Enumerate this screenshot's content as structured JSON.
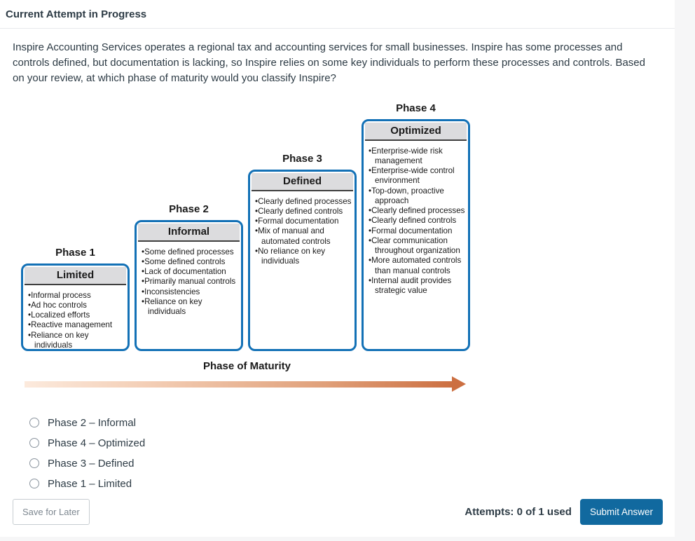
{
  "page": {
    "title": "Current Attempt in Progress"
  },
  "question": {
    "text": "Inspire Accounting Services operates a regional tax and accounting services for small businesses. Inspire has some processes and controls defined, but documentation is lacking, so Inspire relies on some key individuals to perform these processes and controls. Based on your review, at which phase of maturity would you classify Inspire?"
  },
  "diagram": {
    "axis_label": "Phase of Maturity",
    "phases": [
      {
        "title": "Phase 1",
        "header": "Limited",
        "bullets": [
          "Informal process",
          "Ad hoc controls",
          "Localized efforts",
          "Reactive management",
          "Reliance on key individuals"
        ]
      },
      {
        "title": "Phase 2",
        "header": "Informal",
        "bullets": [
          "Some defined processes",
          "Some defined controls",
          "Lack of documentation",
          "Primarily manual controls",
          "Inconsistencies",
          "Reliance on key individuals"
        ]
      },
      {
        "title": "Phase 3",
        "header": "Defined",
        "bullets": [
          "Clearly defined processes",
          "Clearly defined controls",
          "Formal documentation",
          "Mix of manual and automated controls",
          "No reliance on key individuals"
        ]
      },
      {
        "title": "Phase 4",
        "header": "Optimized",
        "bullets": [
          "Enterprise-wide risk management",
          "Enterprise-wide control environment",
          "Top-down, proactive approach",
          "Clearly defined processes",
          "Clearly defined controls",
          "Formal documentation",
          "Clear communication throughout organization",
          "More automated controls than manual controls",
          "Internal audit provides strategic value"
        ]
      }
    ],
    "colors": {
      "box_border": "#1371b6",
      "box_header_bg": "#dcdcde",
      "arrow_gradient_start": "#fceadd",
      "arrow_gradient_end": "#cc6f41"
    }
  },
  "options": [
    {
      "label": "Phase 2 – Informal",
      "selected": false
    },
    {
      "label": "Phase 4 – Optimized",
      "selected": false
    },
    {
      "label": "Phase 3 – Defined",
      "selected": false
    },
    {
      "label": "Phase 1 – Limited",
      "selected": false
    }
  ],
  "footer": {
    "save_label": "Save for Later",
    "attempts_text": "Attempts: 0 of 1 used",
    "submit_label": "Submit Answer",
    "submit_color": "#11699f"
  }
}
